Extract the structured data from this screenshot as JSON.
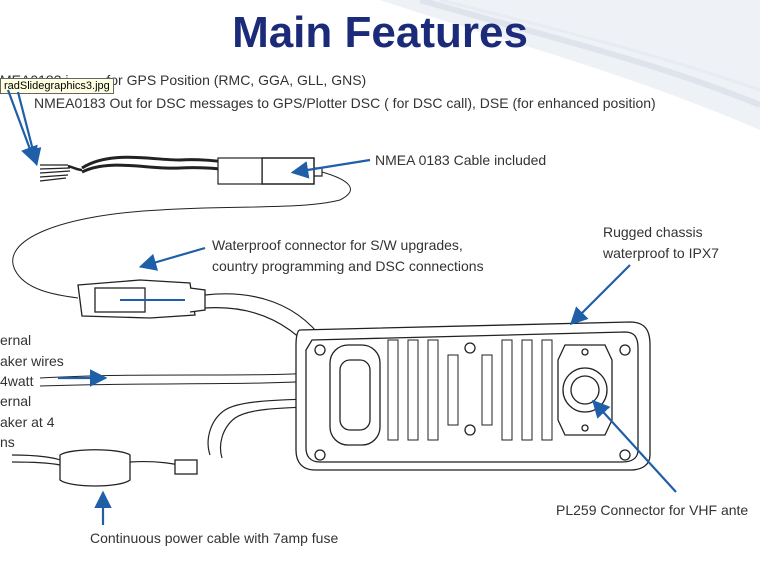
{
  "slide": {
    "title": "Main Features",
    "tooltip": "radSlidegraphics3.jpg"
  },
  "labels": {
    "nmea_in_prefix": "MEA0183 i",
    "nmea_in_rest": "for GPS Position (RMC, GGA, GLL, GNS)",
    "nmea_out": "NMEA0183 Out for DSC messages to GPS/Plotter DSC ( for DSC call), DSE (for enhanced position)",
    "nmea_cable": "NMEA 0183 Cable included",
    "waterproof_connector": [
      "Waterproof connector for S/W upgrades,",
      "country programming and DSC connections"
    ],
    "rugged_chassis": [
      "Rugged chassis",
      "waterproof to IPX7"
    ],
    "speaker": [
      "ernal",
      "aker wires",
      "4watt",
      "ernal",
      "aker at 4",
      "ns"
    ],
    "pl259": "PL259 Connector for VHF ante",
    "power_cable": "Continuous power cable with 7amp fuse"
  },
  "colors": {
    "title": "#1c2a7a",
    "arrow": "#1f5fa8",
    "line": "#222222",
    "swoosh": "#dfe4ec"
  }
}
